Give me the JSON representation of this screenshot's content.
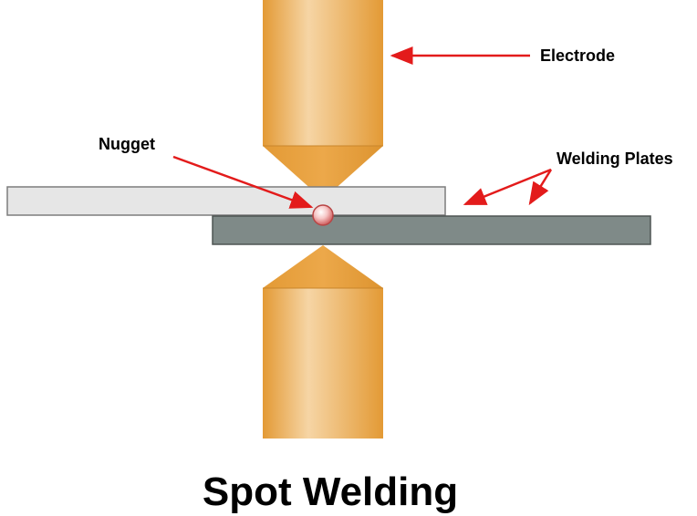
{
  "diagram": {
    "title": "Spot Welding",
    "labels": {
      "electrode": "Electrode",
      "nugget": "Nugget",
      "welding_plates": "Welding Plates"
    },
    "colors": {
      "electrode_light": "#f6d3a3",
      "electrode_dark": "#e39b36",
      "electrode_tip": "#e7a03f",
      "upper_plate": "#e6e6e6",
      "lower_plate": "#7f8a88",
      "arrow": "#e31b1b",
      "nugget": "#f4c5c5"
    }
  }
}
